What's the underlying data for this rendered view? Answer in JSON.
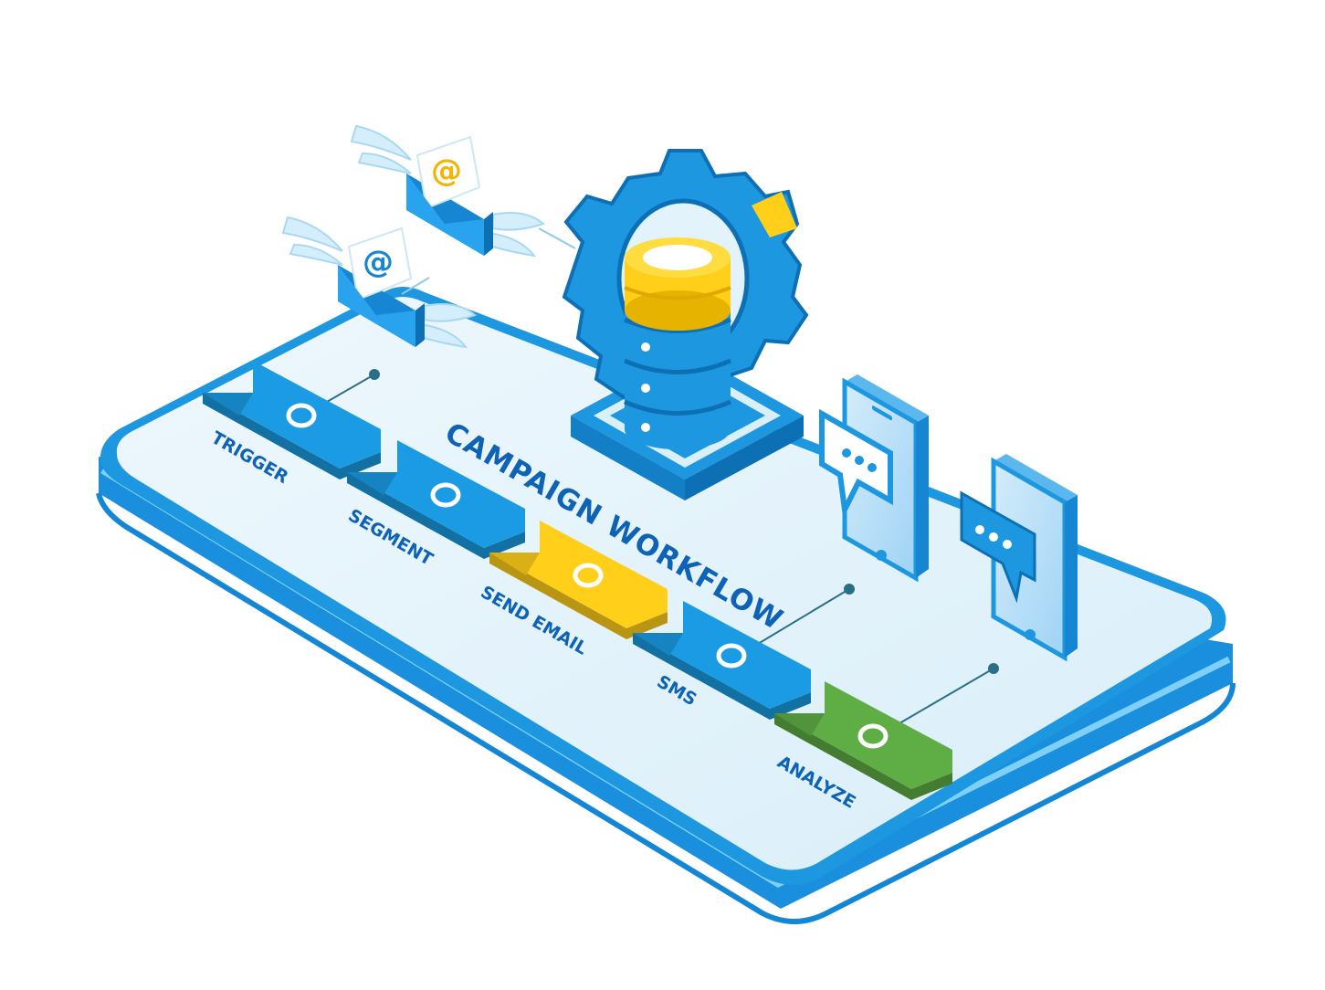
{
  "title": "CAMPAIGN WORKFLOW",
  "steps": [
    {
      "label": "TRIGGER",
      "color": "#1a9be3",
      "icon": "circle-node-icon"
    },
    {
      "label": "SEGMENT",
      "color": "#1a9be3",
      "icon": "circle-node-icon"
    },
    {
      "label": "SEND EMAIL",
      "color": "#ffcf1a",
      "icon": "circle-node-icon"
    },
    {
      "label": "SMS",
      "color": "#1a9be3",
      "icon": "circle-node-icon"
    },
    {
      "label": "ANALYZE",
      "color": "#5fae45",
      "icon": "circle-node-icon"
    }
  ],
  "icons": {
    "email": "flying-email-envelope-icon",
    "email_symbol": "@",
    "engine": "gear-database-icon",
    "phone": "smartphone-chat-icon"
  },
  "colors": {
    "platform_top": "#e3f3fb",
    "platform_edge": "#1c97e0",
    "label_text": "#0f63b6",
    "accent_yellow": "#ffcf1a",
    "accent_green": "#5fae45"
  }
}
